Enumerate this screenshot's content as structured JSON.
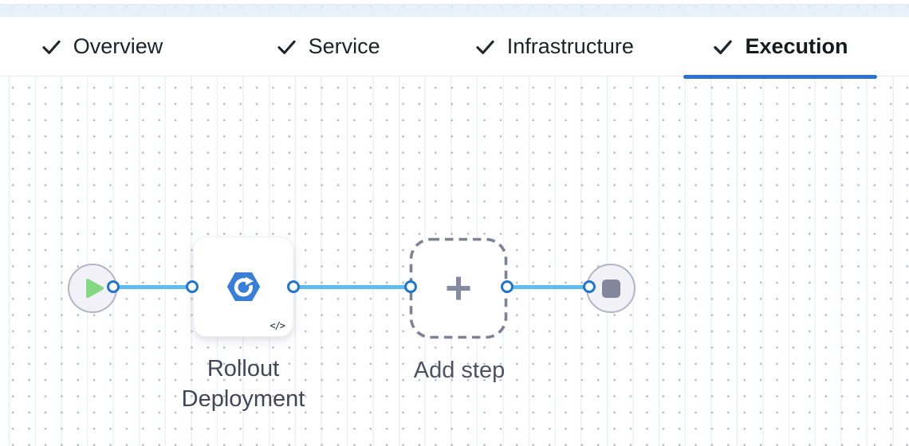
{
  "tabs": [
    {
      "label": "Overview",
      "checked": true,
      "active": false
    },
    {
      "label": "Service",
      "checked": true,
      "active": false
    },
    {
      "label": "Infrastructure",
      "checked": true,
      "active": false
    },
    {
      "label": "Execution",
      "checked": true,
      "active": true
    }
  ],
  "pipeline": {
    "step": {
      "label": "Rollout Deployment",
      "icon": "rollout-deployment-hexagon-icon",
      "code_badge": "</>"
    },
    "add_step": {
      "label": "Add step",
      "icon": "plus-icon"
    },
    "start_node_icon": "play-icon",
    "end_node_icon": "stop-icon"
  },
  "colors": {
    "active_tab_underline": "#2e72d2",
    "link_line": "#5ebcf0",
    "connector_border": "#2176cc",
    "step_icon_blue": "#3a7ed8",
    "play_green": "#84d783",
    "stop_gray": "#82879b",
    "node_circle_fill": "#f2f1f8",
    "node_circle_border": "#b5b3c6",
    "dashed_border": "#7e8296",
    "grid_dot": "#b7bcc7"
  }
}
